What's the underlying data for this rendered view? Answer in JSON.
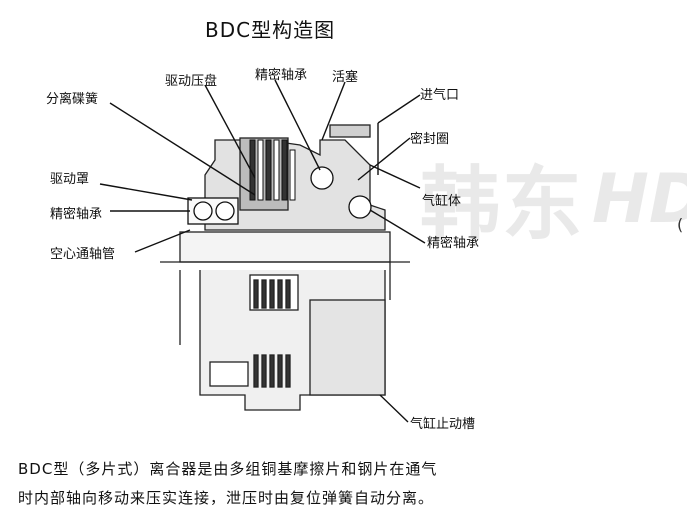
{
  "title": "BDC型构造图",
  "labels": {
    "disc_spring": "分离碟簧",
    "drive_plate": "驱动压盘",
    "precision_bearing_top": "精密轴承",
    "piston": "活塞",
    "air_inlet": "进气口",
    "seal_ring": "密封圈",
    "drive_cover": "驱动罩",
    "cylinder_body": "气缸体",
    "precision_bearing_left": "精密轴承",
    "precision_bearing_right": "精密轴承",
    "hollow_shaft": "空心通轴管",
    "cylinder_stop_slot": "气缸止动槽"
  },
  "watermark": {
    "text": "韩东",
    "logo": "HD"
  },
  "edge_glyph": "(",
  "caption": {
    "line1": "BDC型（多片式）离合器是由多组铜基摩擦片和钢片在通气",
    "line2": "时内部轴向移动来压实连接，泄压时由复位弹簧自动分离。"
  }
}
